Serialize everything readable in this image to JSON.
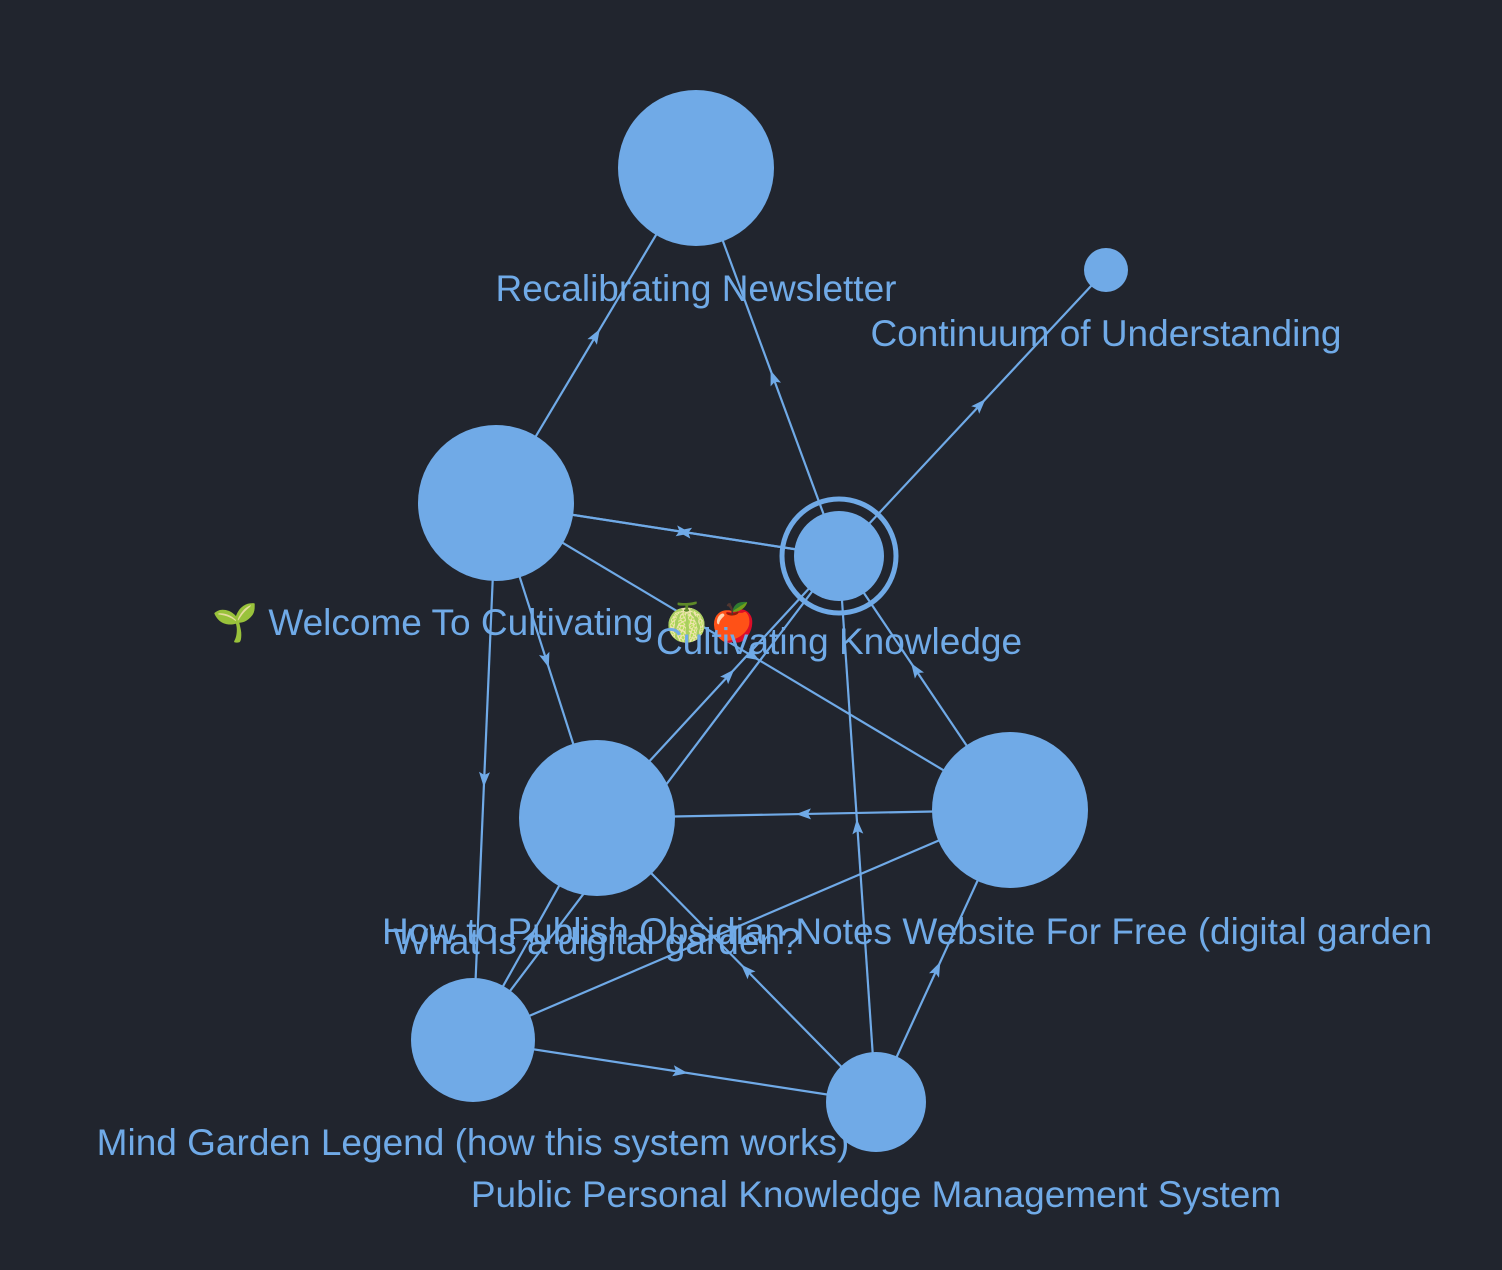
{
  "graph": {
    "colors": {
      "background": "#21252e",
      "node": "#70aae7",
      "edge": "#70aae7",
      "label": "#70aae7"
    },
    "active_node": "cultivating",
    "nodes": [
      {
        "id": "recalibrating",
        "label": "Recalibrating Newsletter"
      },
      {
        "id": "continuum",
        "label": "Continuum of Understanding"
      },
      {
        "id": "welcome",
        "label": "🌱 Welcome To Cultivating 🍈🍎"
      },
      {
        "id": "cultivating",
        "label": "Cultivating Knowledge"
      },
      {
        "id": "digital-garden",
        "label": "What is a digital garden?"
      },
      {
        "id": "obsidian",
        "label": "How to Publish Obsidian Notes Website For Free (digital garden"
      },
      {
        "id": "legend",
        "label": "Mind Garden Legend (how this system works)"
      },
      {
        "id": "ppkms",
        "label": "Public Personal Knowledge Management System"
      }
    ],
    "edges": [
      {
        "from": "welcome",
        "to": "recalibrating"
      },
      {
        "from": "cultivating",
        "to": "recalibrating"
      },
      {
        "from": "cultivating",
        "to": "continuum"
      },
      {
        "from": "cultivating",
        "to": "welcome"
      },
      {
        "from": "welcome",
        "to": "cultivating"
      },
      {
        "from": "welcome",
        "to": "digital-garden"
      },
      {
        "from": "welcome",
        "to": "legend"
      },
      {
        "from": "welcome",
        "to": "obsidian"
      },
      {
        "from": "obsidian",
        "to": "digital-garden"
      },
      {
        "from": "obsidian",
        "to": "cultivating"
      },
      {
        "from": "digital-garden",
        "to": "cultivating"
      },
      {
        "from": "legend",
        "to": "cultivating"
      },
      {
        "from": "legend",
        "to": "digital-garden"
      },
      {
        "from": "legend",
        "to": "obsidian"
      },
      {
        "from": "legend",
        "to": "ppkms"
      },
      {
        "from": "ppkms",
        "to": "digital-garden"
      },
      {
        "from": "ppkms",
        "to": "obsidian"
      },
      {
        "from": "ppkms",
        "to": "cultivating"
      }
    ]
  }
}
